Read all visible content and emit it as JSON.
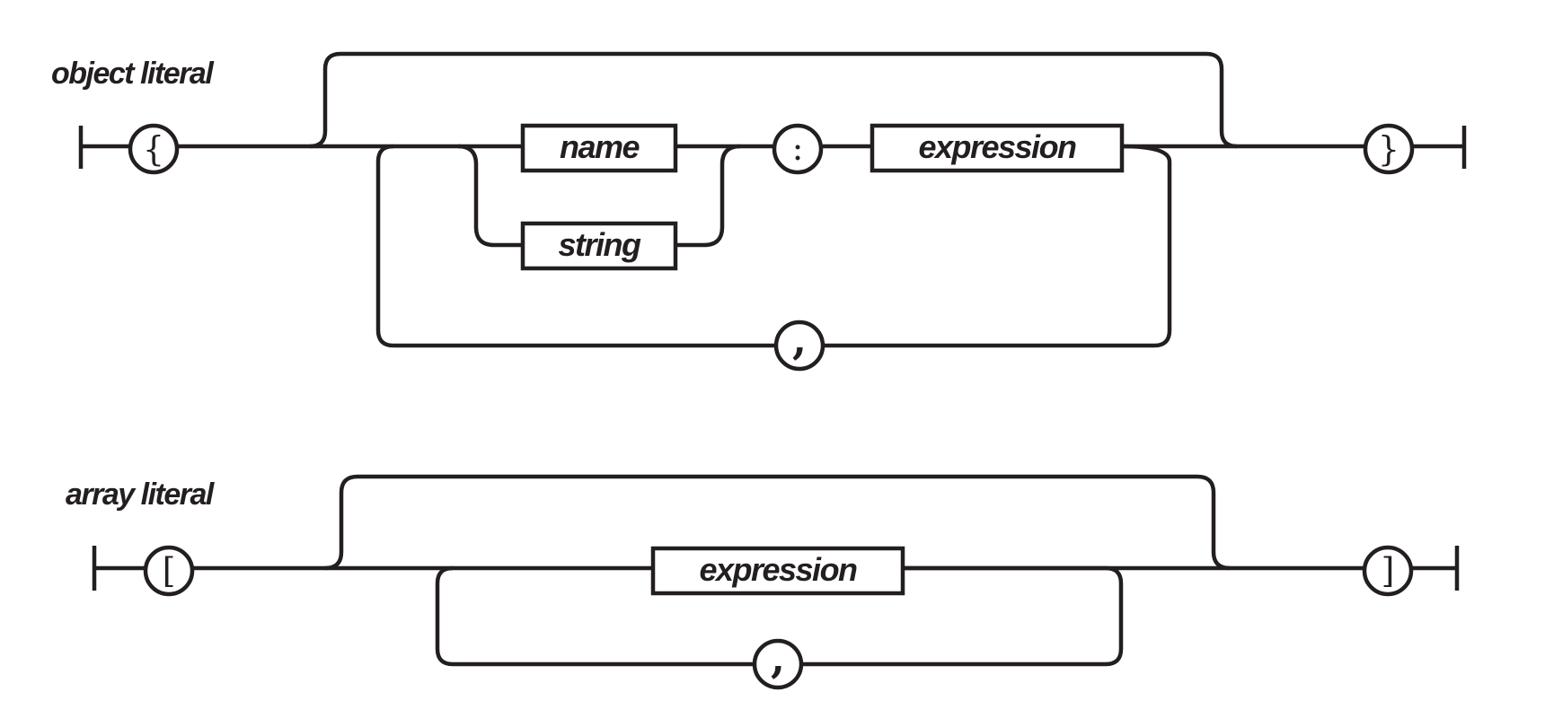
{
  "diagrams": {
    "object_literal": {
      "title": "object literal",
      "open": "{",
      "close": "}",
      "name": "name",
      "string": "string",
      "colon": ":",
      "expression": "expression",
      "comma": ","
    },
    "array_literal": {
      "title": "array literal",
      "open": "[",
      "close": "]",
      "expression": "expression",
      "comma": ","
    }
  },
  "colors": {
    "ink": "#231f20",
    "background": "#ffffff"
  }
}
